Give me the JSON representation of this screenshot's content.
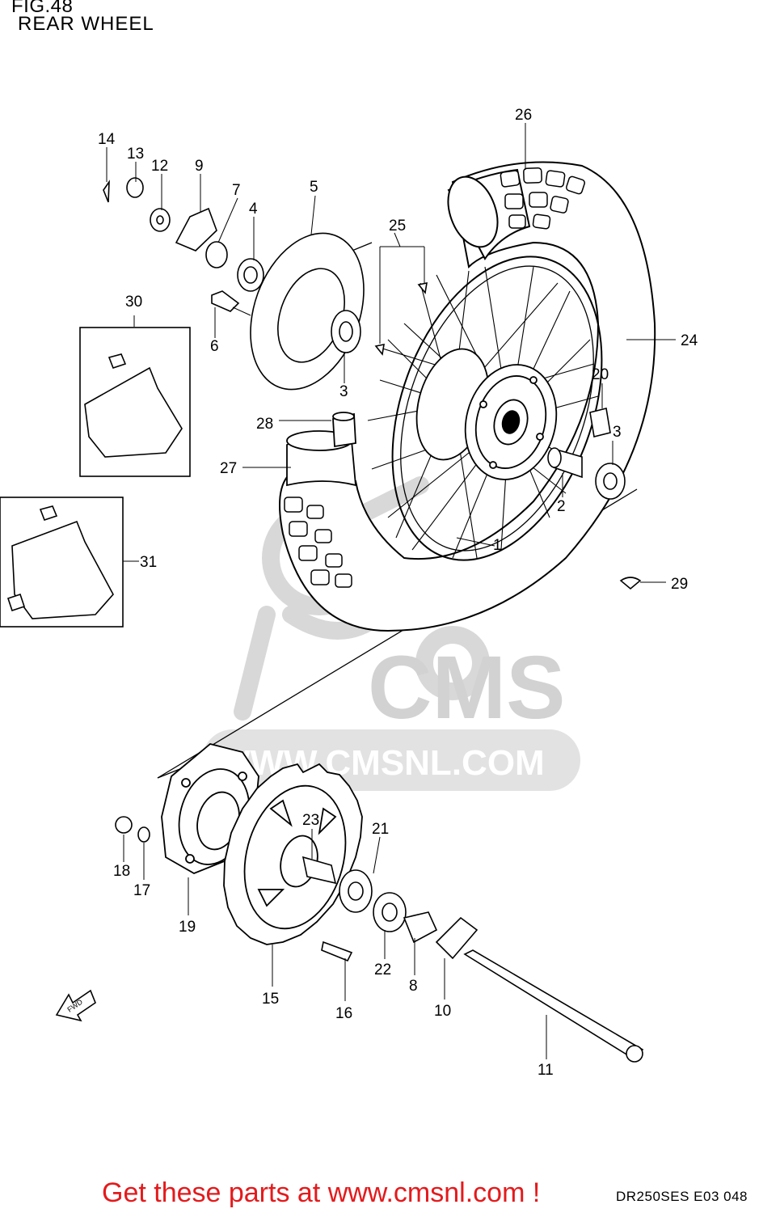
{
  "figure": {
    "title": "FIG.48",
    "subtitle": "REAR WHEEL",
    "model_code": "DR250SES E03  048",
    "fwd_label": "FWD"
  },
  "watermark": {
    "logo": "CMS",
    "url": "WWW.CMSNL.COM"
  },
  "promo": {
    "text": "Get these parts at www.cmsnl.com !",
    "color": "#e41a1c"
  },
  "callouts": {
    "c1": "1",
    "c2": "2",
    "c3a": "3",
    "c3b": "3",
    "c4": "4",
    "c5": "5",
    "c6": "6",
    "c7": "7",
    "c8": "8",
    "c9": "9",
    "c10": "10",
    "c11": "11",
    "c12": "12",
    "c13": "13",
    "c14": "14",
    "c15": "15",
    "c16": "16",
    "c17": "17",
    "c18": "18",
    "c19": "19",
    "c20": "20",
    "c21": "21",
    "c22": "22",
    "c23": "23",
    "c24": "24",
    "c25": "25",
    "c26": "26",
    "c27": "27",
    "c28": "28",
    "c29": "29",
    "c30": "30",
    "c31": "31"
  },
  "colors": {
    "line": "#000000",
    "watermark": "#d2d2d2",
    "background": "#ffffff"
  }
}
